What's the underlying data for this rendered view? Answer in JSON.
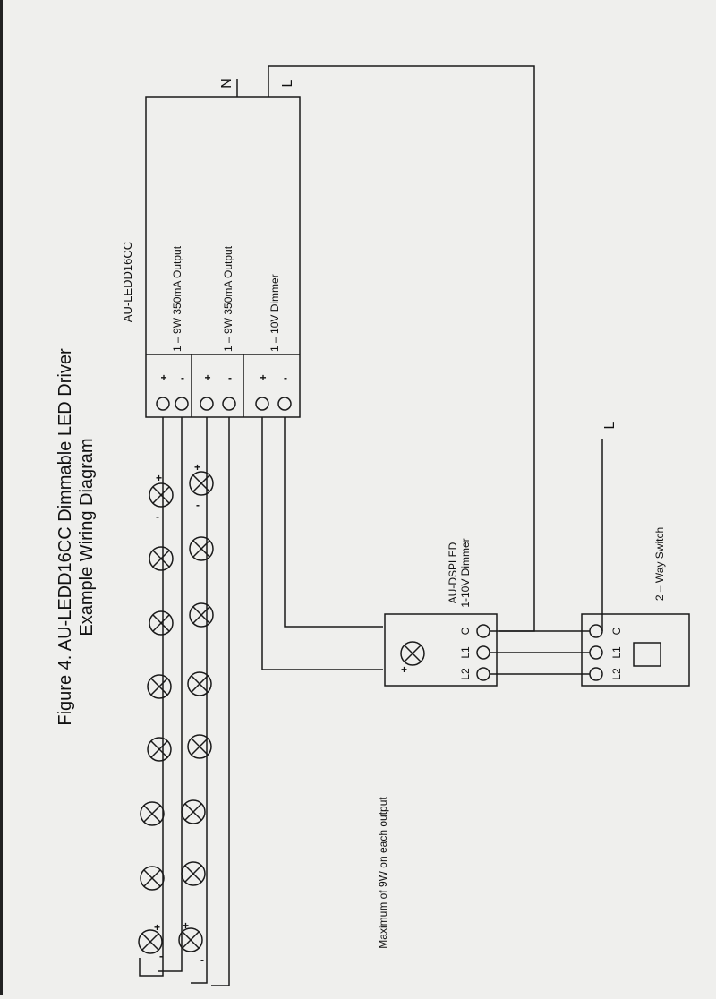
{
  "figure": {
    "title": "Figure 4. AU-LEDD16CC Dimmable LED Driver",
    "subtitle": "Example Wiring Diagram"
  },
  "driver": {
    "model": "AU-LEDD16CC",
    "outputs": [
      "1 – 9W 350mA Output",
      "1 – 9W 350mA Output",
      "1 – 10V Dimmer"
    ],
    "terminal_plus": "+",
    "terminal_minus": "-"
  },
  "mains": {
    "neutral": "N",
    "line": "L"
  },
  "note": "Maximum of 9W on each output",
  "dimmer": {
    "model": "AU-DSPLED",
    "description": "1-10V Dimmer",
    "terminals": [
      "L2",
      "L1",
      "C"
    ],
    "plus": "+"
  },
  "switch": {
    "label": "2 – Way Switch",
    "terminals": [
      "L2",
      "L1",
      "C"
    ],
    "line": "L"
  },
  "lamps": {
    "plus": "+",
    "minus": "-"
  },
  "colors": {
    "ink": "#1a1a1a",
    "paper": "#efefed"
  }
}
